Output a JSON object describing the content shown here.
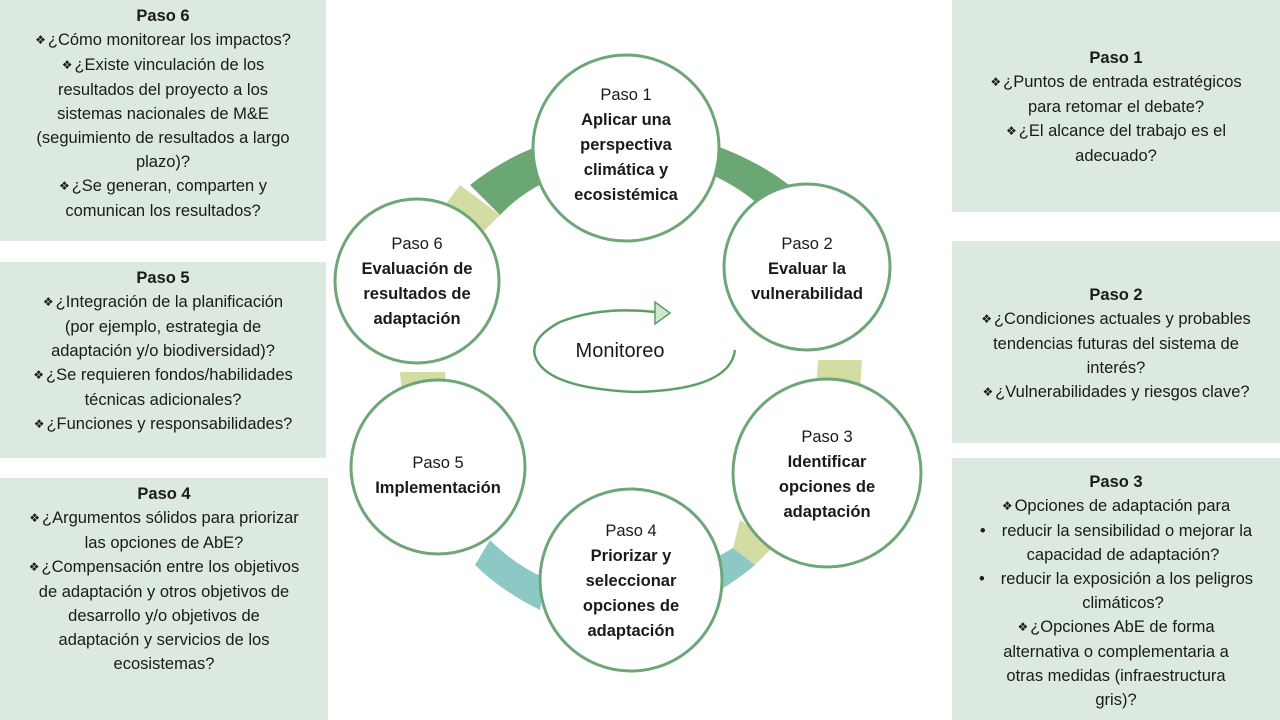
{
  "panels": {
    "paso6": {
      "title": "Paso 6",
      "lines": [
        "¿Cómo monitorear los impactos?",
        "¿Existe vinculación de los",
        "resultados del proyecto  a los",
        "sistemas nacionales de M&E",
        "(seguimiento de resultados a largo",
        "plazo)?",
        "¿Se generan, comparten y",
        "comunican los resultados?"
      ]
    },
    "paso5": {
      "title": "Paso 5",
      "lines": [
        "¿Integración de la planificación",
        "(por ejemplo, estrategia de",
        "adaptación y/o biodiversidad)?",
        "¿Se requieren fondos/habilidades",
        "técnicas adicionales?",
        "¿Funciones y responsabilidades?"
      ]
    },
    "paso4": {
      "title": "Paso 4",
      "lines": [
        "¿Argumentos sólidos para priorizar",
        "las opciones de AbE?",
        "¿Compensación entre los objetivos",
        "de adaptación y otros objetivos de",
        "desarrollo y/o objetivos de",
        "adaptación y servicios de los",
        "ecosistemas?"
      ]
    },
    "paso1": {
      "title": "Paso 1",
      "lines": [
        "¿Puntos de entrada estratégicos",
        "para retomar el debate?",
        "¿El alcance del trabajo es el",
        "adecuado?"
      ]
    },
    "paso2": {
      "title": "Paso 2",
      "lines": [
        "¿Condiciones actuales y probables",
        "tendencias futuras del sistema de",
        "interés?",
        "¿Vulnerabilidades y riesgos clave?"
      ]
    },
    "paso3": {
      "title": "Paso 3",
      "lines": [
        "Opciones de adaptación para",
        "reducir la sensibilidad o mejorar la",
        "capacidad de adaptación?",
        "reducir la exposición a los peligros",
        "climáticos?",
        "¿Opciones AbE de forma",
        "alternativa o complementaria a",
        "otras medidas (infraestructura",
        "gris)?"
      ]
    }
  },
  "nodes": {
    "n1": {
      "label": "Paso 1",
      "name1": "Aplicar una",
      "name2": "perspectiva",
      "name3": "climática y",
      "name4": "ecosistémica"
    },
    "n2": {
      "label": "Paso 2",
      "name1": "Evaluar la",
      "name2": "vulnerabilidad"
    },
    "n3": {
      "label": "Paso 3",
      "name1": "Identificar",
      "name2": "opciones de",
      "name3": "adaptación"
    },
    "n4": {
      "label": "Paso 4",
      "name1": "Priorizar y",
      "name2": "seleccionar",
      "name3": "opciones de",
      "name4": "adaptación"
    },
    "n5": {
      "label": "Paso 5",
      "name1": "Implementación"
    },
    "n6": {
      "label": "Paso 6",
      "name1": "Evaluación de",
      "name2": "resultados de",
      "name3": "adaptación"
    }
  },
  "center": {
    "label": "Monitoreo"
  },
  "colors": {
    "panel_bg": "#dce9de",
    "ring_dark_green": "#6aa774",
    "ring_light_green": "#d3dca3",
    "ring_teal": "#8cc9c4",
    "circle_stroke": "#6ea679"
  }
}
